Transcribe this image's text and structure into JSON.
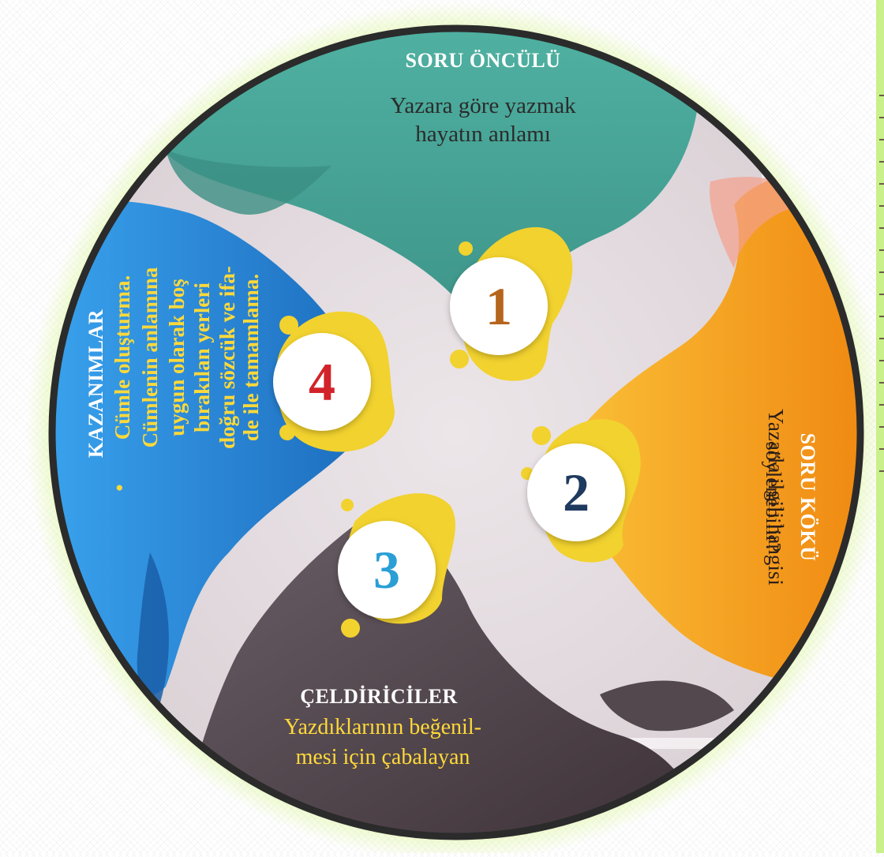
{
  "segments": {
    "soru_onculu": {
      "number": "1",
      "title": "SORU ÖNCÜLÜ",
      "text_line1": "Yazara göre yazmak",
      "text_line2": "hayatın anlamı",
      "color": "#4aa89a",
      "number_color": "#b5651d"
    },
    "soru_koku": {
      "number": "2",
      "title": "SORU KÖKÜ",
      "text_line1": "Yazarla ilgili hangisi",
      "text_line2": "söylenebilir?",
      "color": "#f5a623",
      "number_color": "#1f3a5f"
    },
    "celdiriciler": {
      "number": "3",
      "title": "ÇELDİRİCİLER",
      "text_line1": "Yazdıklarının beğenil-",
      "text_line2": "mesi için çabalayan",
      "color": "#5a4d55",
      "number_color": "#2a9fd6"
    },
    "kazanimlar": {
      "number": "4",
      "title": "KAZANIMLAR",
      "bullet": "•",
      "lines": [
        "Cümle oluşturma.",
        "Cümlenin anlamına",
        "uygun olarak boş",
        "bırakılan yerleri",
        "doğru sözcük ve ifa-",
        "de ile tamamlama."
      ],
      "color": "#2f8fd8",
      "number_color": "#d2232a"
    }
  },
  "palette": {
    "glow": "#d6f58a",
    "ring": "#2b2b2b",
    "background_center": "#e6dfe2",
    "blob": "#f2d22e"
  }
}
